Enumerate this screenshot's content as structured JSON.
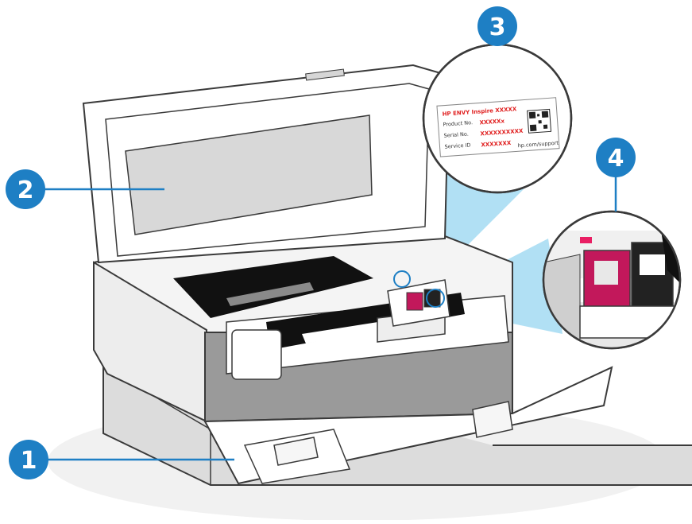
{
  "colors": {
    "callout": "#1e7fc4",
    "beam": "#a9ddf3",
    "printer_outline": "#3a3a3a",
    "body_gray": "#9a9a9a",
    "dark_panel": "#111111",
    "label_red": "#e02020",
    "magenta": "#c2185b"
  },
  "callouts": [
    {
      "id": "1",
      "number": "1"
    },
    {
      "id": "2",
      "number": "2"
    },
    {
      "id": "3",
      "number": "3"
    },
    {
      "id": "4",
      "number": "4"
    }
  ],
  "label_sticker": {
    "title": "HP ENVY Inspire XXXXX",
    "row1_name": "Product No.",
    "row1_value": "XXXXXx",
    "row2_name": "Serial No.",
    "row2_value": "XXXXXXXXXX",
    "row3_name": "Service ID",
    "row3_value": "XXXXXXX",
    "footer": "hp.com/support"
  }
}
